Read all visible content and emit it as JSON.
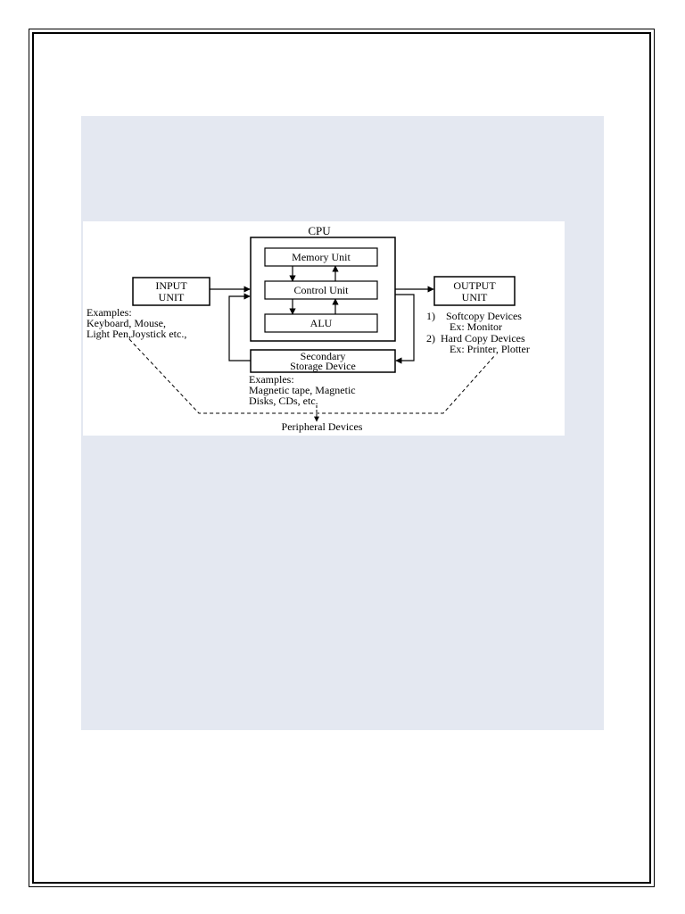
{
  "diagram": {
    "cpu_label": "CPU",
    "memory_unit": "Memory Unit",
    "control_unit": "Control Unit",
    "alu": "ALU",
    "input_unit_line1": "INPUT",
    "input_unit_line2": "UNIT",
    "output_unit_line1": "OUTPUT",
    "output_unit_line2": "UNIT",
    "input_examples": [
      "Examples:",
      "Keyboard, Mouse,",
      "Light Pen,Joystick etc.,"
    ],
    "output_examples": [
      "1)    Softcopy Devices",
      "Ex: Monitor",
      "2)  Hard Copy Devices",
      "Ex: Printer, Plotter"
    ],
    "storage_line1": "Secondary",
    "storage_line2": "Storage Device",
    "storage_examples": [
      "Examples:",
      "Magnetic tape, Magnetic",
      "Disks, CDs, etc."
    ],
    "peripheral_label": "Peripheral Devices"
  }
}
